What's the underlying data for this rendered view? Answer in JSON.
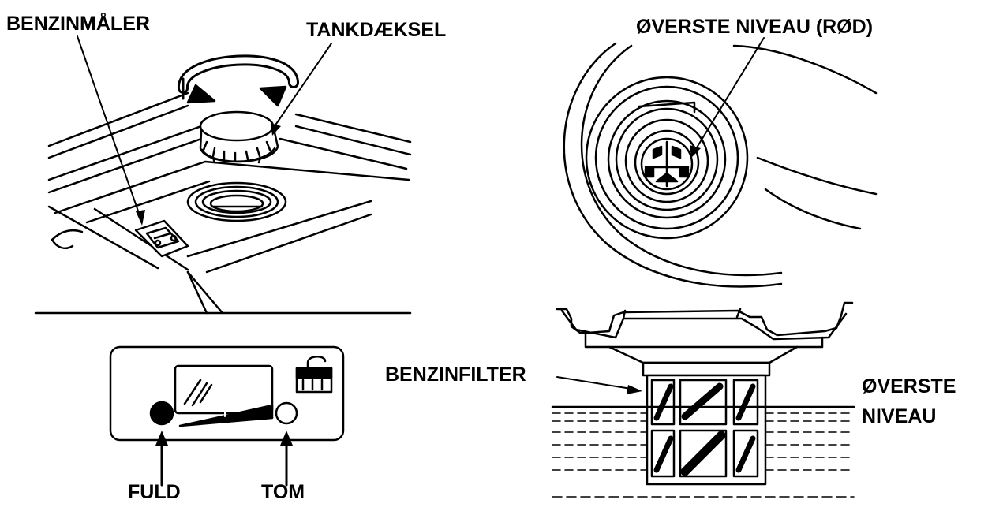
{
  "labels": {
    "fuel_gauge": "BENZINMÅLER",
    "tank_cap": "TANKDÆKSEL",
    "upper_level_red": "ØVERSTE NIVEAU (RØD)",
    "fuel_filter": "BENZINFILTER",
    "upper_level_line1": "ØVERSTE",
    "upper_level_line2": "NIVEAU",
    "full": "FULD",
    "empty": "TOM"
  },
  "colors": {
    "ink": "#000000",
    "paper": "#ffffff"
  }
}
